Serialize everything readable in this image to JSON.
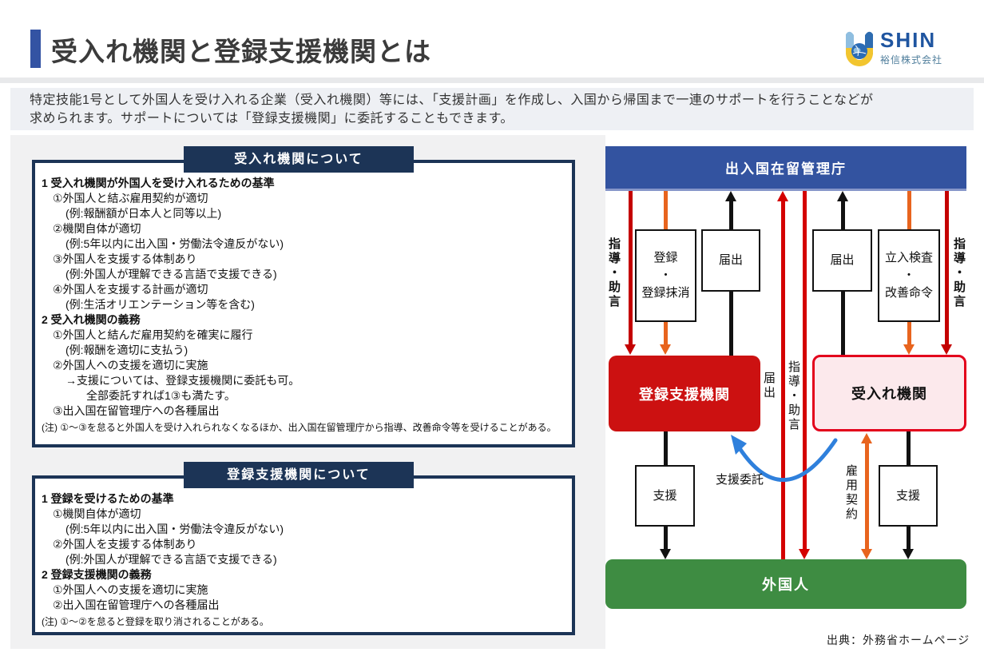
{
  "page": {
    "title": "受入れ機関と登録支援機関とは"
  },
  "logo": {
    "brand": "SHIN",
    "company": "裕信株式会社"
  },
  "intro": {
    "lines": [
      "特定技能1号として外国人を受け入れる企業（受入れ機関）等には、「支援計画」を作成し、入国から帰国まで一連のサポートを行うことなどが",
      "求められます。サポートについては「登録支援機関」に委託することもできます。"
    ]
  },
  "panel1": {
    "title": "受入れ機関について",
    "lines": [
      "1 受入れ機関が外国人を受け入れるための基準",
      "①外国人と結ぶ雇用契約が適切",
      "(例:報酬額が日本人と同等以上)",
      "②機関自体が適切",
      "(例:5年以内に出入国・労働法令違反がない)",
      "③外国人を支援する体制あり",
      "(例:外国人が理解できる言語で支援できる)",
      "④外国人を支援する計画が適切",
      "(例:生活オリエンテーション等を含む)",
      "2 受入れ機関の義務",
      "①外国人と結んだ雇用契約を確実に履行",
      "(例:報酬を適切に支払う)",
      "②外国人への支援を適切に実施",
      "→支援については、登録支援機関に委託も可。",
      "全部委託すれば1③も満たす。",
      "③出入国在留管理庁への各種届出"
    ],
    "note": "(注) ①～③を怠ると外国人を受け入れられなくなるほか、出入国在留管理庁から指導、改善命令等を受けることがある。"
  },
  "panel2": {
    "title": "登録支援機関について",
    "lines": [
      "1 登録を受けるための基準",
      "①機関自体が適切",
      "(例:5年以内に出入国・労働法令違反がない)",
      "②外国人を支援する体制あり",
      "(例:外国人が理解できる言語で支援できる)",
      "2 登録支援機関の義務",
      "①外国人への支援を適切に実施",
      "②出入国在留管理庁への各種届出"
    ],
    "note": "(注) ①～②を怠ると登録を取り消されることがある。"
  },
  "diagram": {
    "agency": "出入国在留管理庁",
    "rso": "登録支援機関",
    "accepting": "受入れ機関",
    "foreigner": "外国人",
    "box_registration": [
      "登録",
      "・",
      "登録抹消"
    ],
    "box_notify_left": "届出",
    "box_notify_right": "届出",
    "box_inspection": [
      "立入検査",
      "・",
      "改善命令"
    ],
    "box_support_left": "支援",
    "box_support_right": "支援",
    "label_guidance_left": "指導・助言",
    "label_notify_mid": "届出",
    "label_guidance_mid": "指導・助言",
    "label_guidance_right": "指導・助言",
    "label_employment": "雇用契約",
    "label_support_consign": "支援委託"
  },
  "source": "出典：外務省ホームページ",
  "colors": {
    "accent_blue": "#3353A3",
    "banner_blue": "#3353A0",
    "navy": "#1C3456",
    "arrow_red": "#C40000",
    "mid_red": "#D40000",
    "rso_red": "#CC1111",
    "orange": "#E8641E",
    "green": "#3E8C42",
    "pink_fill": "#FCE9EC",
    "pink_border": "#E3001B",
    "arc_blue": "#2F80DC",
    "gray_field": "#F1F1F2",
    "intro_bg": "#EEF0F4"
  }
}
